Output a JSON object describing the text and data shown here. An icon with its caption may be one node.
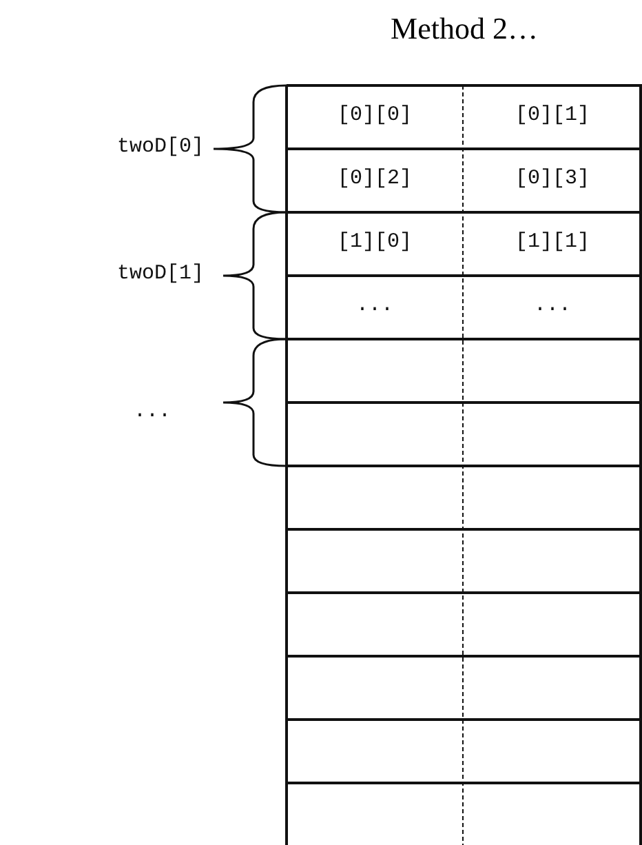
{
  "diagram": {
    "title": "Method 2…",
    "labels": [
      "twoD[0]",
      "twoD[1]",
      "...",
      "[0][0]",
      "[0][1]",
      "[0][2]",
      "[0][3]",
      "[1][0]",
      "[1][1]",
      "...",
      "..."
    ]
  }
}
